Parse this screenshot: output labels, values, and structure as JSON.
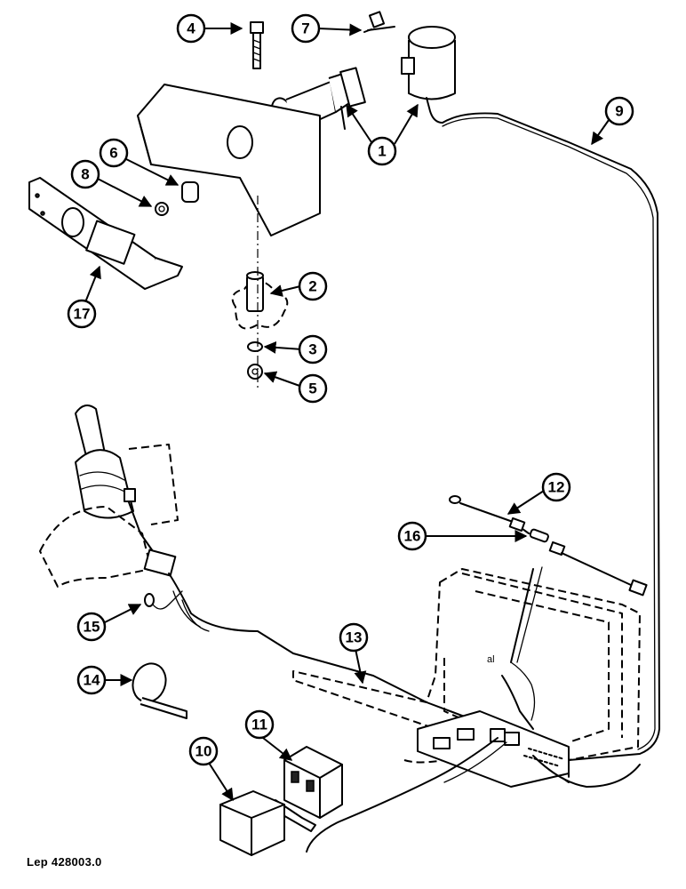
{
  "figure": {
    "reference": "Lep 428003.0",
    "wire_label": "al"
  },
  "callouts": [
    {
      "id": "c1",
      "label": "1"
    },
    {
      "id": "c2",
      "label": "2"
    },
    {
      "id": "c3",
      "label": "3"
    },
    {
      "id": "c4",
      "label": "4"
    },
    {
      "id": "c5",
      "label": "5"
    },
    {
      "id": "c6",
      "label": "6"
    },
    {
      "id": "c7",
      "label": "7"
    },
    {
      "id": "c8",
      "label": "8"
    },
    {
      "id": "c9",
      "label": "9"
    },
    {
      "id": "c10",
      "label": "10"
    },
    {
      "id": "c11",
      "label": "11"
    },
    {
      "id": "c12",
      "label": "12"
    },
    {
      "id": "c13",
      "label": "13"
    },
    {
      "id": "c14",
      "label": "14"
    },
    {
      "id": "c15",
      "label": "15"
    },
    {
      "id": "c16",
      "label": "16"
    },
    {
      "id": "c17",
      "label": "17"
    }
  ]
}
